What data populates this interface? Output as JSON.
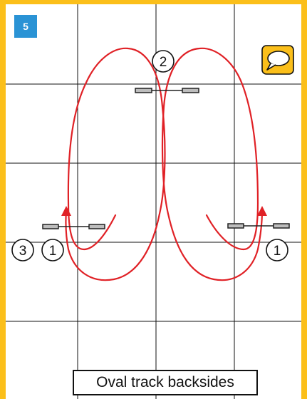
{
  "page": {
    "number": "5"
  },
  "caption": "Oval track backsides",
  "markers": {
    "top": "2",
    "left_outer": "3",
    "left_inner": "1",
    "right": "1"
  },
  "icons": {
    "comment": "speech-bubble-icon"
  },
  "colors": {
    "frame": "#fbbf1a",
    "badge": "#2a93d5",
    "path": "#e02126",
    "grid": "#111111",
    "pole_fill": "#bdbdbd",
    "comment_bg": "#fbbf1a"
  }
}
